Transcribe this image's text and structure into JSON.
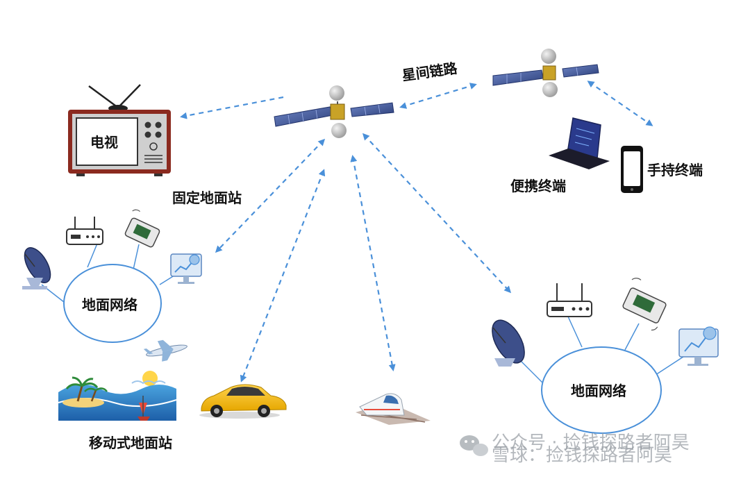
{
  "labels": {
    "tv": "电视",
    "inter_satellite": "星间链路",
    "fixed_station": "固定地面站",
    "portable_terminal": "便携终端",
    "handheld_terminal": "手持终端",
    "mobile_station": "移动式地面站",
    "ground_network_left": "地面网络",
    "ground_network_right": "地面网络"
  },
  "watermark": {
    "line1": "公众号 · 捡钱探路者阿昊",
    "line2": "雪球：捡钱探路者阿昊"
  },
  "colors": {
    "link": "#4a90d9",
    "ellipse_stroke": "#4a90d9",
    "tv_frame": "#8b2a1f",
    "panel": "#3b5998"
  }
}
